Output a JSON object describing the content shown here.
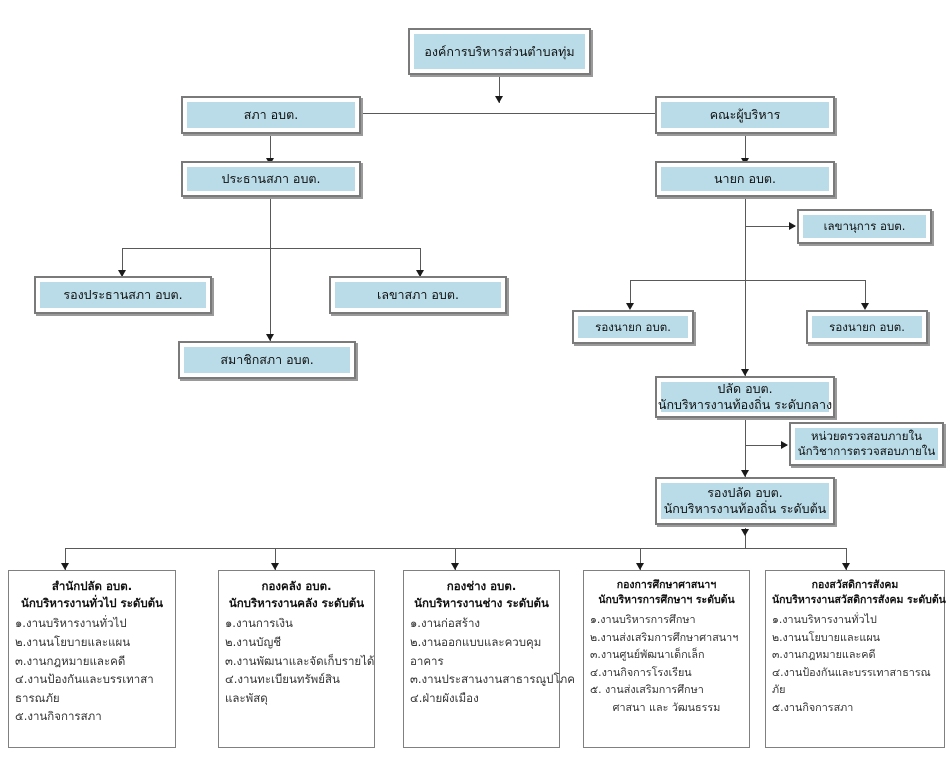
{
  "meta": {
    "title": "องค์การบริหารส่วนตำบลทุ่ม",
    "accent_fill": "#b9dce8",
    "border_color": "#7a7a7a",
    "line_color": "#595959",
    "background": "#ffffff"
  },
  "nodes": {
    "root": "องค์การบริหารส่วนตำบลทุ่ม",
    "council": "สภา อบต.",
    "executive": "คณะผู้บริหาร",
    "council_president": "ประธานสภา อบต.",
    "mayor": "นายก อบต.",
    "secretary_office": "เลขานุการ อบต.",
    "council_vice_president": "รองประธานสภา  อบต.",
    "council_secretary": "เลขาสภา อบต.",
    "council_members": "สมาชิกสภา อบต.",
    "deputy_mayor_left": "รองนายก อบต.",
    "deputy_mayor_right": "รองนายก อบต.",
    "clerk_line1": "ปลัด อบต.",
    "clerk_line2": "นักบริหารงานท้องถิ่น ระดับกลาง",
    "audit_line1": "หน่วยตรวจสอบภายใน",
    "audit_line2": "นักวิชาการตรวจสอบภายใน",
    "deputy_clerk_line1": "รองปลัด อบต.",
    "deputy_clerk_line2": "นักบริหารงานท้องถิ่น ระดับต้น"
  },
  "departments": [
    {
      "title": "สำนักปลัด อบต.",
      "subtitle": "นักบริหารงานทั่วไป ระดับต้น",
      "items": [
        "๑.งานบริหารงานทั่วไป",
        "๒.งานนโยบายและแผน",
        "๓.งานกฎหมายและคดี",
        "๔.งานป้องกันและบรรเทาสา",
        "ธารณภัย",
        "๕.งานกิจการสภา"
      ]
    },
    {
      "title": "กองคลัง อบต.",
      "subtitle": "นักบริหารงานคลัง ระดับต้น",
      "items": [
        "๑.งานการเงิน",
        "๒.งานบัญชี",
        "๓.งานพัฒนาและจัดเก็บรายได้",
        "๔.งานทะเบียนทรัพย์สิน",
        "และพัสดุ"
      ]
    },
    {
      "title": "กองช่าง อบต.",
      "subtitle": "นักบริหารงานช่าง ระดับต้น",
      "items": [
        "๑.งานก่อสร้าง",
        "๒.งานออกแบบและควบคุม",
        "อาคาร",
        "๓.งานประสานงานสาธารณูปโภค",
        "๔.ฝ่ายผังเมือง"
      ]
    },
    {
      "title": "กองการศึกษาศาสนาฯ",
      "subtitle": "นักบริหารการศึกษาฯ ระดับต้น",
      "items": [
        "๑.งานบริหารการศึกษา",
        "๒.งานส่งเสริมการศึกษาศาสนาฯ",
        "๓.งานศูนย์พัฒนาเด็กเล็ก",
        "๔.งานกิจการโรงเรียน",
        "๕. งานส่งเสริมการศึกษา",
        "ศาสนา และ วัฒนธรรม"
      ]
    },
    {
      "title": "กองสวัสดิการสังคม",
      "subtitle": "นักบริหารงานสวัสดิการสังคม ระดับต้น",
      "items": [
        "๑.งานบริหารงานทั่วไป",
        "๒.งานนโยบายและแผน",
        "๓.งานกฎหมายและคดี",
        "๔.งานป้องกันและบรรเทาสาธารณ",
        "ภัย",
        "๕.งานกิจการสภา"
      ]
    }
  ]
}
